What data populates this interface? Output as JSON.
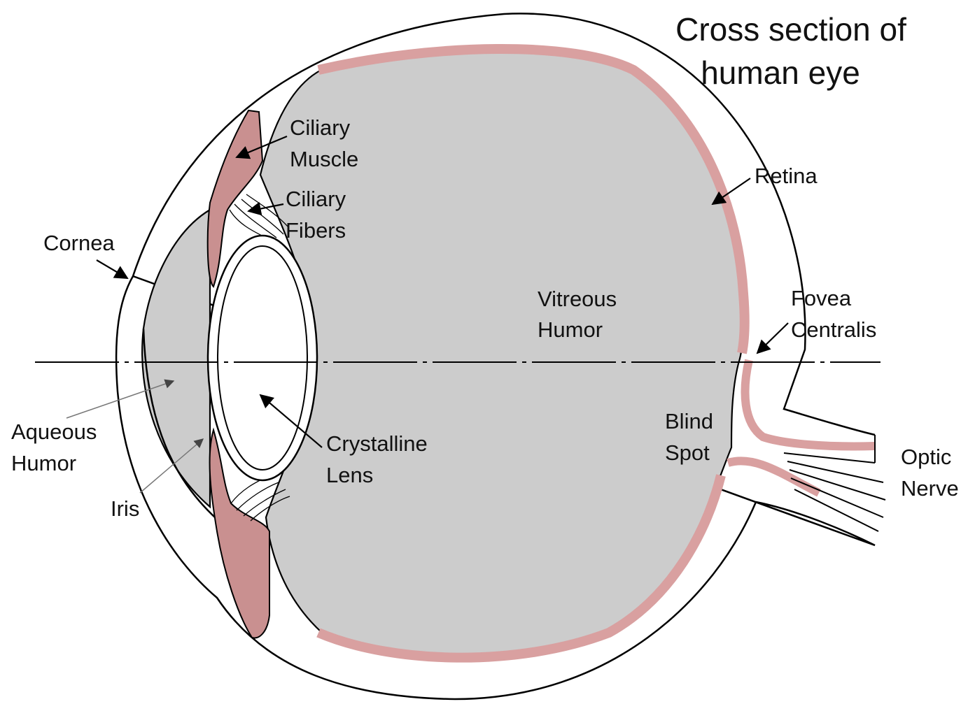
{
  "title": {
    "line1": "Cross section of",
    "line2": "human eye"
  },
  "labels": {
    "ciliary_muscle": [
      "Ciliary",
      "Muscle"
    ],
    "ciliary_fibers": [
      "Ciliary",
      "Fibers"
    ],
    "cornea": "Cornea",
    "retina": "Retina",
    "vitreous_humor": [
      "Vitreous",
      "Humor"
    ],
    "fovea_centralis": [
      "Fovea",
      "Centralis"
    ],
    "aqueous_humor": [
      "Aqueous",
      "Humor"
    ],
    "iris": "Iris",
    "crystalline_lens": [
      "Crystalline",
      "Lens"
    ],
    "blind_spot": [
      "Blind",
      "Spot"
    ],
    "optic_nerve": [
      "Optic",
      "Nerve"
    ]
  },
  "colors": {
    "tissue_fill": "#cccccc",
    "muscle_fill": "#c99090",
    "retina_stroke": "#d9a0a0",
    "outline": "#000000",
    "background": "#ffffff"
  }
}
